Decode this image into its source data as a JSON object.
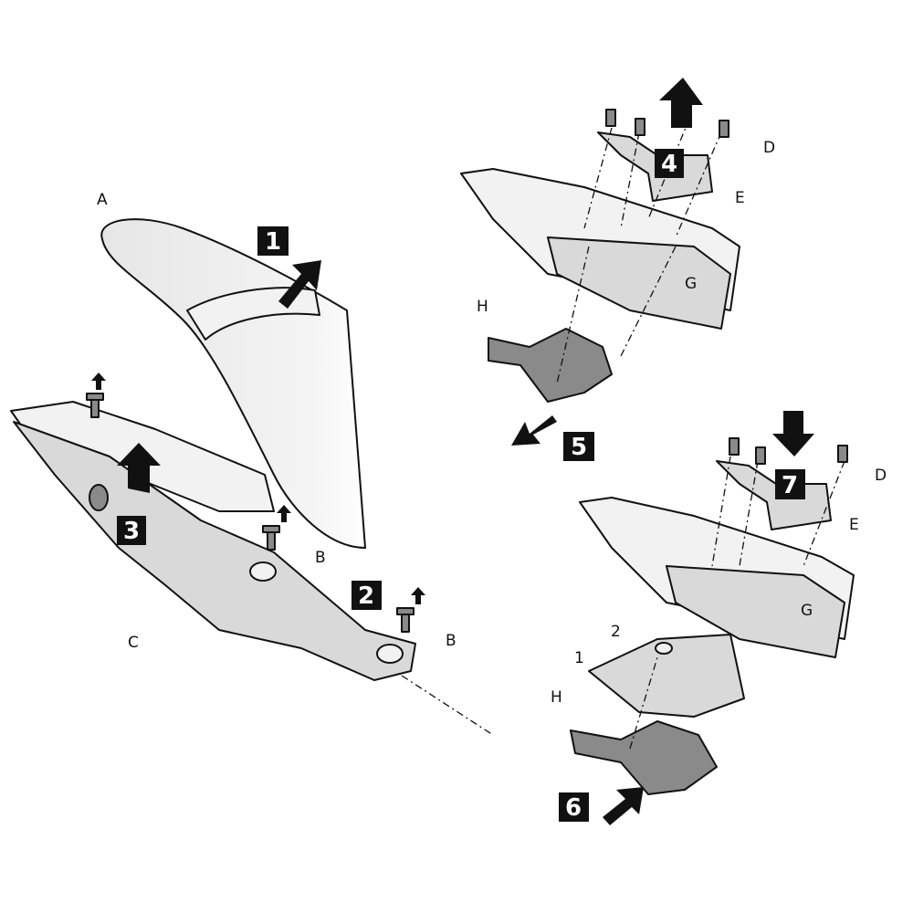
{
  "title": "Top case rack installation diagram",
  "left_panel": {
    "labels": {
      "seat": "A",
      "screw_1": "B",
      "screw_2": "B",
      "side_cover": "C"
    },
    "steps": [
      "1",
      "2",
      "3"
    ]
  },
  "top_right_panel": {
    "labels": {
      "bolts": "D",
      "bracket": "E",
      "nuts": "G",
      "grab_handle": "H"
    },
    "steps": [
      "4",
      "5"
    ]
  },
  "bottom_right_panel": {
    "labels": {
      "bolts": "D",
      "bracket": "E",
      "nuts": "G",
      "washer": "2",
      "plate": "1",
      "grab_handle": "H"
    },
    "steps": [
      "7",
      "6"
    ]
  },
  "colors": {
    "step_box": "#1a1a1a",
    "part_fill": "#d9d9d9",
    "dark_part": "#8a8a8a"
  }
}
